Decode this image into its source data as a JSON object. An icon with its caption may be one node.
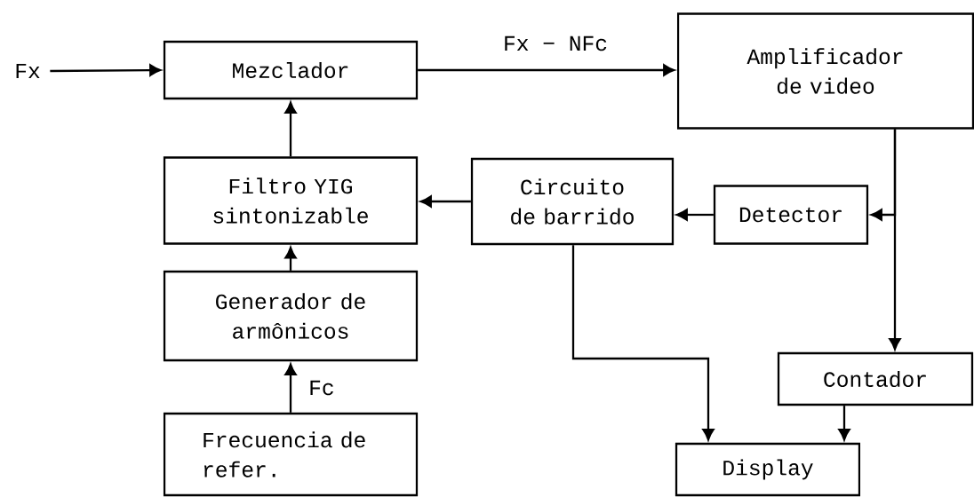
{
  "diagram": {
    "nodes": [
      {
        "text": [
          "Fx"
        ]
      },
      {
        "text": [
          "Mezclador"
        ]
      },
      {
        "text": [
          "Amplificador de video"
        ]
      },
      {
        "text": [
          "Filtro YIG sintonizable"
        ]
      },
      {
        "text": [
          "Circuito de barrido"
        ]
      },
      {
        "text": [
          "Detector"
        ]
      },
      {
        "text": [
          "Generador de armônicos"
        ]
      },
      {
        "text": [
          "Contador"
        ]
      },
      {
        "text": [
          "Frecuencia de refer."
        ]
      },
      {
        "text": [
          "Display"
        ]
      }
    ],
    "edges": [
      {
        "from": 0,
        "to": 1,
        "arrow": "to"
      },
      {
        "from": 1,
        "to": 2,
        "arrow": "to",
        "label": "Fx − NFc"
      },
      {
        "from": 3,
        "to": 1,
        "arrow": "to"
      },
      {
        "from": 4,
        "to": 3,
        "arrow": "to"
      },
      {
        "from": 5,
        "to": 4,
        "arrow": "to"
      },
      {
        "from": 2,
        "to": 5,
        "arrow": "to"
      },
      {
        "from": 2,
        "to": 7,
        "arrow": "to"
      },
      {
        "from": 6,
        "to": 3,
        "arrow": "to"
      },
      {
        "from": 8,
        "to": 6,
        "arrow": "to",
        "label": "Fc"
      },
      {
        "from": 4,
        "to": 9,
        "arrow": "to"
      },
      {
        "from": 7,
        "to": 9,
        "arrow": "to"
      }
    ]
  }
}
